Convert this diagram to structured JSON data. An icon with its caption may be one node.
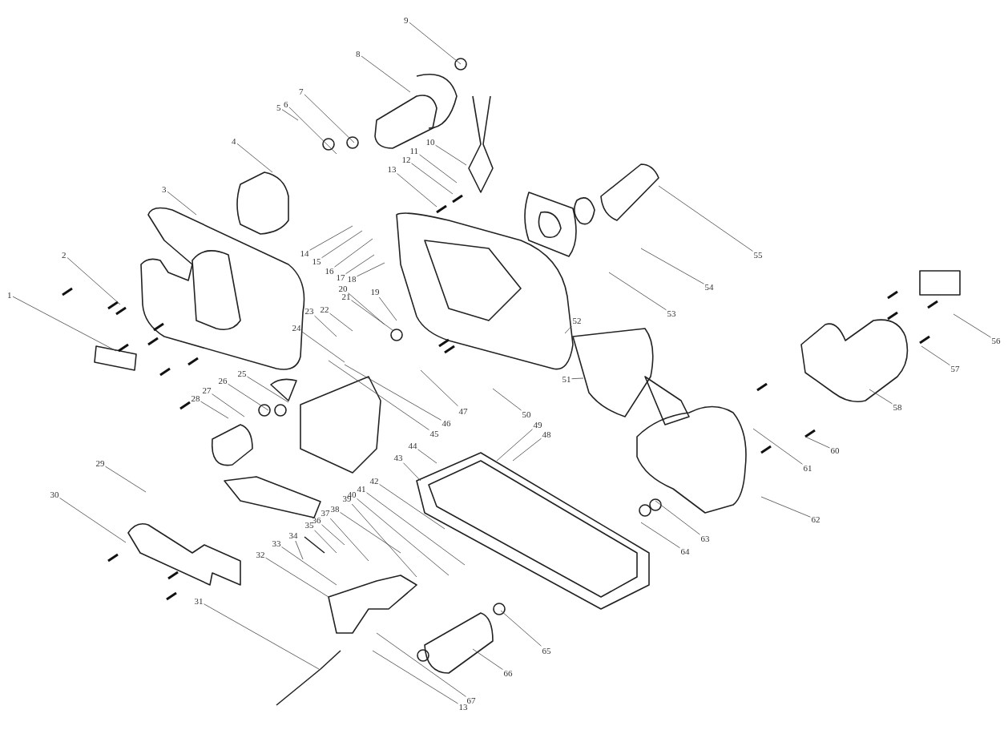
{
  "diagram": {
    "nodes": [
      {
        "text": [
          "1"
        ]
      },
      {
        "text": [
          "2"
        ]
      },
      {
        "text": [
          "3"
        ]
      },
      {
        "text": [
          "4"
        ]
      },
      {
        "text": [
          "5"
        ]
      },
      {
        "text": [
          "6"
        ]
      },
      {
        "text": [
          "7"
        ]
      },
      {
        "text": [
          "8"
        ]
      },
      {
        "text": [
          "9"
        ]
      },
      {
        "text": [
          "10"
        ]
      },
      {
        "text": [
          "11"
        ]
      },
      {
        "text": [
          "12"
        ]
      },
      {
        "text": [
          "13"
        ]
      },
      {
        "text": [
          "14"
        ]
      },
      {
        "text": [
          "15"
        ]
      },
      {
        "text": [
          "16"
        ]
      },
      {
        "text": [
          "17"
        ]
      },
      {
        "text": [
          "18"
        ]
      },
      {
        "text": [
          "19"
        ]
      },
      {
        "text": [
          "20"
        ]
      },
      {
        "text": [
          "21"
        ]
      },
      {
        "text": [
          "22"
        ]
      },
      {
        "text": [
          "23"
        ]
      },
      {
        "text": [
          "24"
        ]
      },
      {
        "text": [
          "25"
        ]
      },
      {
        "text": [
          "26"
        ]
      },
      {
        "text": [
          "27"
        ]
      },
      {
        "text": [
          "28"
        ]
      },
      {
        "text": [
          "29"
        ]
      },
      {
        "text": [
          "30"
        ]
      },
      {
        "text": [
          "31"
        ]
      },
      {
        "text": [
          "32"
        ]
      },
      {
        "text": [
          "33"
        ]
      },
      {
        "text": [
          "34"
        ]
      },
      {
        "text": [
          "35"
        ]
      },
      {
        "text": [
          "36"
        ]
      },
      {
        "text": [
          "37"
        ]
      },
      {
        "text": [
          "38"
        ]
      },
      {
        "text": [
          "39"
        ]
      },
      {
        "text": [
          "40"
        ]
      },
      {
        "text": [
          "41"
        ]
      },
      {
        "text": [
          "42"
        ]
      },
      {
        "text": [
          "43"
        ]
      },
      {
        "text": [
          "44"
        ]
      },
      {
        "text": [
          "45"
        ]
      },
      {
        "text": [
          "46"
        ]
      },
      {
        "text": [
          "47"
        ]
      },
      {
        "text": [
          "48"
        ]
      },
      {
        "text": [
          "49"
        ]
      },
      {
        "text": [
          "50"
        ]
      },
      {
        "text": [
          "51"
        ]
      },
      {
        "text": [
          "52"
        ]
      },
      {
        "text": [
          "53"
        ]
      },
      {
        "text": [
          "54"
        ]
      },
      {
        "text": [
          "55"
        ]
      },
      {
        "text": [
          "56"
        ]
      },
      {
        "text": [
          "57"
        ]
      },
      {
        "text": [
          "58"
        ]
      },
      {
        "text": [
          "60"
        ]
      },
      {
        "text": [
          "61"
        ]
      },
      {
        "text": [
          "62"
        ]
      },
      {
        "text": [
          "63"
        ]
      },
      {
        "text": [
          "64"
        ]
      },
      {
        "text": [
          "65"
        ]
      },
      {
        "text": [
          "66"
        ]
      },
      {
        "text": [
          "67"
        ]
      },
      {
        "text": [
          "13"
        ]
      }
    ],
    "edges": [
      {
        "from": 0,
        "to": null,
        "arrow": "none"
      },
      {
        "from": 1,
        "to": null,
        "arrow": "none"
      },
      {
        "from": 2,
        "to": null,
        "arrow": "none"
      },
      {
        "from": 3,
        "to": null,
        "arrow": "none"
      },
      {
        "from": 4,
        "to": null,
        "arrow": "none"
      },
      {
        "from": 5,
        "to": null,
        "arrow": "none"
      },
      {
        "from": 6,
        "to": null,
        "arrow": "none"
      },
      {
        "from": 7,
        "to": null,
        "arrow": "none"
      },
      {
        "from": 8,
        "to": null,
        "arrow": "none"
      },
      {
        "from": 9,
        "to": null,
        "arrow": "none"
      },
      {
        "from": 10,
        "to": null,
        "arrow": "none"
      },
      {
        "from": 11,
        "to": null,
        "arrow": "none"
      },
      {
        "from": 12,
        "to": null,
        "arrow": "none"
      },
      {
        "from": 13,
        "to": null,
        "arrow": "none"
      },
      {
        "from": 14,
        "to": null,
        "arrow": "none"
      },
      {
        "from": 15,
        "to": null,
        "arrow": "none"
      },
      {
        "from": 16,
        "to": null,
        "arrow": "none"
      },
      {
        "from": 17,
        "to": null,
        "arrow": "none"
      },
      {
        "from": 18,
        "to": null,
        "arrow": "none"
      },
      {
        "from": 19,
        "to": null,
        "arrow": "none"
      },
      {
        "from": 20,
        "to": null,
        "arrow": "none"
      },
      {
        "from": 21,
        "to": null,
        "arrow": "none"
      },
      {
        "from": 22,
        "to": null,
        "arrow": "none"
      },
      {
        "from": 23,
        "to": null,
        "arrow": "none"
      },
      {
        "from": 24,
        "to": null,
        "arrow": "none"
      },
      {
        "from": 25,
        "to": null,
        "arrow": "none"
      },
      {
        "from": 26,
        "to": null,
        "arrow": "none"
      },
      {
        "from": 27,
        "to": null,
        "arrow": "none"
      },
      {
        "from": 28,
        "to": null,
        "arrow": "none"
      },
      {
        "from": 29,
        "to": null,
        "arrow": "none"
      },
      {
        "from": 30,
        "to": null,
        "arrow": "none"
      },
      {
        "from": 31,
        "to": null,
        "arrow": "none"
      },
      {
        "from": 32,
        "to": null,
        "arrow": "none"
      },
      {
        "from": 33,
        "to": null,
        "arrow": "none"
      },
      {
        "from": 34,
        "to": null,
        "arrow": "none"
      },
      {
        "from": 35,
        "to": null,
        "arrow": "none"
      },
      {
        "from": 36,
        "to": null,
        "arrow": "none"
      },
      {
        "from": 37,
        "to": null,
        "arrow": "none"
      },
      {
        "from": 38,
        "to": null,
        "arrow": "none"
      },
      {
        "from": 39,
        "to": null,
        "arrow": "none"
      },
      {
        "from": 40,
        "to": null,
        "arrow": "none"
      },
      {
        "from": 41,
        "to": null,
        "arrow": "none"
      },
      {
        "from": 42,
        "to": null,
        "arrow": "none"
      },
      {
        "from": 43,
        "to": null,
        "arrow": "none"
      },
      {
        "from": 44,
        "to": null,
        "arrow": "none"
      },
      {
        "from": 45,
        "to": null,
        "arrow": "none"
      },
      {
        "from": 46,
        "to": null,
        "arrow": "none"
      },
      {
        "from": 47,
        "to": null,
        "arrow": "none"
      },
      {
        "from": 48,
        "to": null,
        "arrow": "none"
      },
      {
        "from": 49,
        "to": null,
        "arrow": "none"
      },
      {
        "from": 50,
        "to": null,
        "arrow": "none"
      },
      {
        "from": 51,
        "to": null,
        "arrow": "none"
      },
      {
        "from": 52,
        "to": null,
        "arrow": "none"
      },
      {
        "from": 53,
        "to": null,
        "arrow": "none"
      },
      {
        "from": 54,
        "to": null,
        "arrow": "none"
      },
      {
        "from": 55,
        "to": null,
        "arrow": "none"
      },
      {
        "from": 56,
        "to": null,
        "arrow": "none"
      },
      {
        "from": 57,
        "to": null,
        "arrow": "none"
      },
      {
        "from": 58,
        "to": null,
        "arrow": "none"
      },
      {
        "from": 59,
        "to": null,
        "arrow": "none"
      },
      {
        "from": 60,
        "to": null,
        "arrow": "none"
      },
      {
        "from": 61,
        "to": null,
        "arrow": "none"
      },
      {
        "from": 62,
        "to": null,
        "arrow": "none"
      },
      {
        "from": 63,
        "to": null,
        "arrow": "none"
      },
      {
        "from": 64,
        "to": null,
        "arrow": "none"
      },
      {
        "from": 65,
        "to": null,
        "arrow": "none"
      },
      {
        "from": 66,
        "to": null,
        "arrow": "none"
      }
    ]
  }
}
